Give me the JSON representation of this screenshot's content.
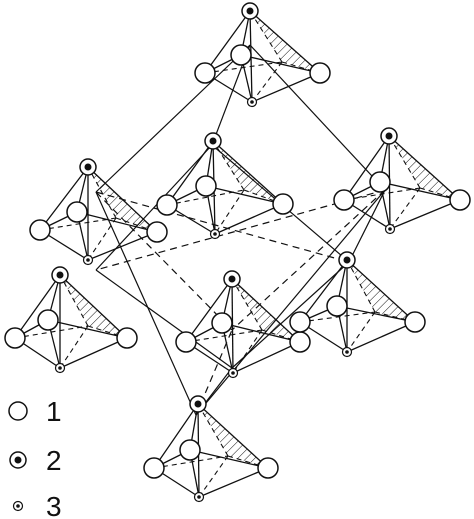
{
  "legend": {
    "items": [
      {
        "label": "1",
        "marker": "open-circle"
      },
      {
        "label": "2",
        "marker": "circle-with-dot"
      },
      {
        "label": "3",
        "marker": "small-dotted-circle"
      }
    ]
  },
  "colors": {
    "stroke": "#111111",
    "background": "#ffffff"
  }
}
